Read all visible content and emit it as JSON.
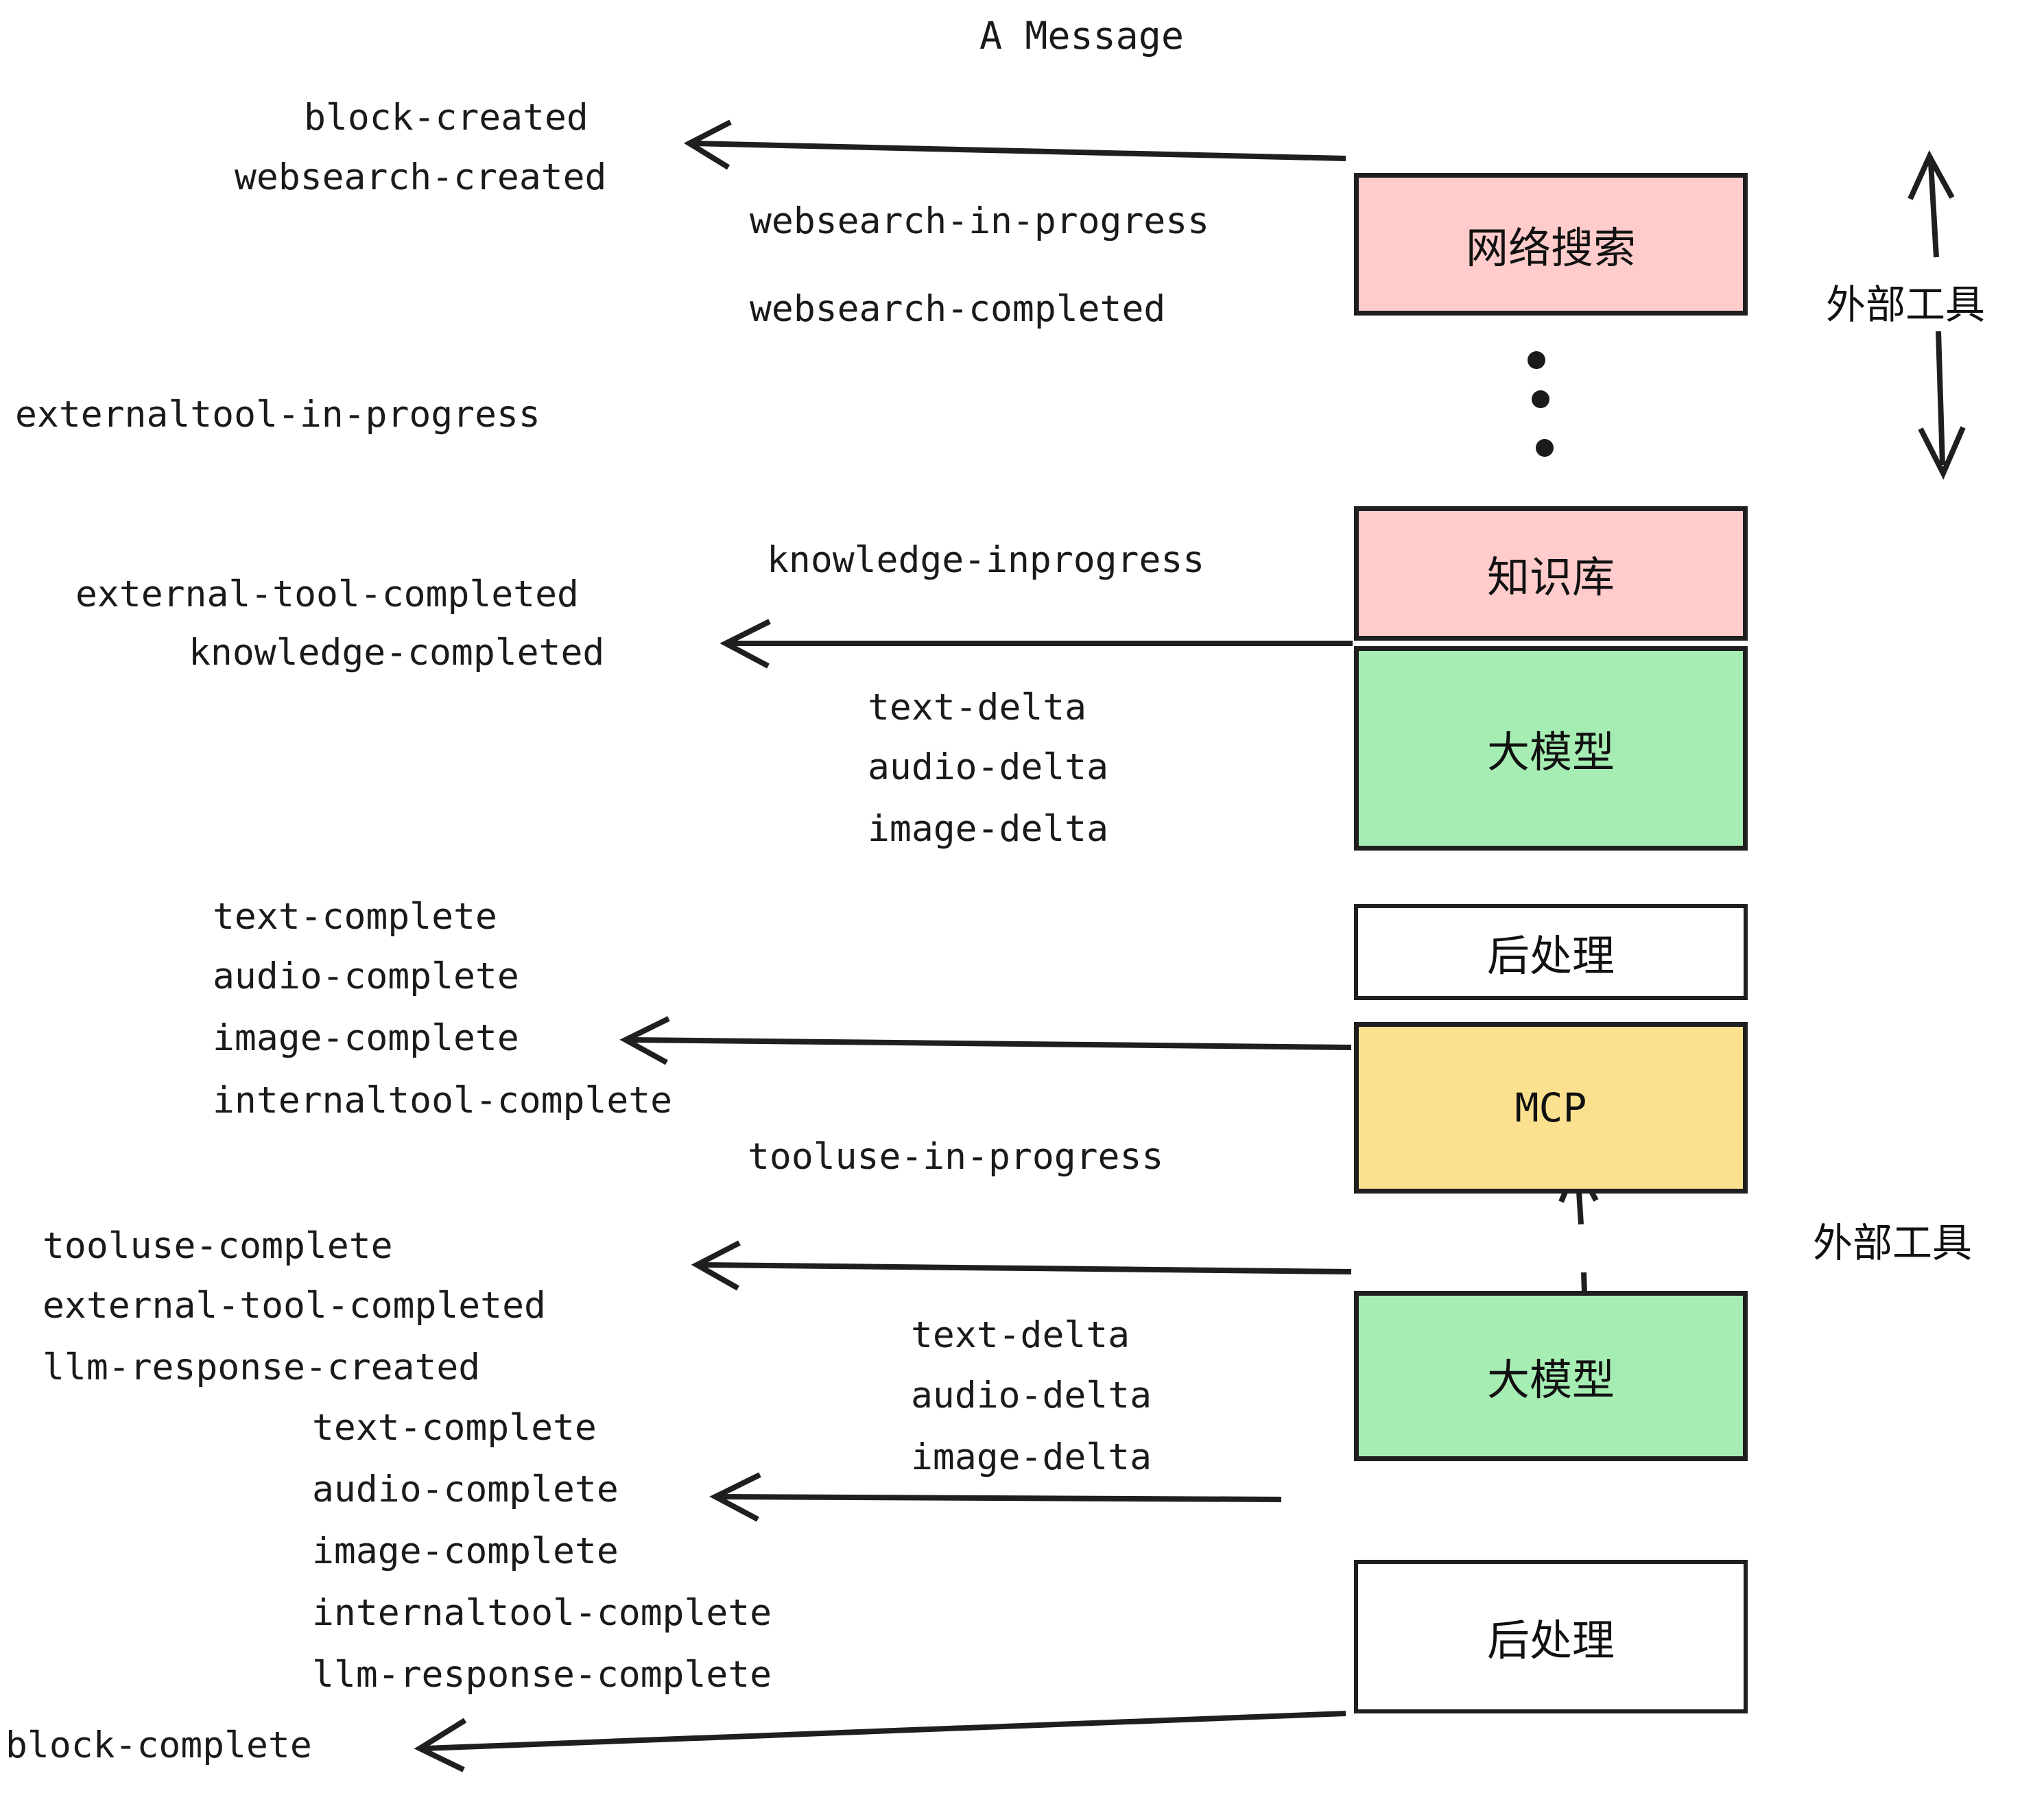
{
  "title": "A Message",
  "diagram": {
    "type": "sequence-flow",
    "description": "Event stream lifecycle of a message across external tools, LLM and post-processing stages",
    "colors": {
      "external_tool_fill": "#FFCCCB",
      "llm_fill": "#A6EDB3",
      "mcp_fill": "#FBE18F",
      "postprocess_fill": "#FFFFFF",
      "stroke": "#1F1F1F",
      "text": "#1A1A1A",
      "background": "#FFFFFF"
    }
  },
  "boxes": [
    {
      "id": "websearch",
      "label": "网络搜索",
      "fill": "#FFCCCB"
    },
    {
      "id": "knowledge",
      "label": "知识库",
      "fill": "#FFCCCB"
    },
    {
      "id": "llm-1",
      "label": "大模型",
      "fill": "#A6EDB3"
    },
    {
      "id": "postprocess-1",
      "label": "后处理",
      "fill": "#FFFFFF"
    },
    {
      "id": "mcp",
      "label": "MCP",
      "fill": "#FBE18F"
    },
    {
      "id": "llm-2",
      "label": "大模型",
      "fill": "#A6EDB3"
    },
    {
      "id": "postprocess-2",
      "label": "后处理",
      "fill": "#FFFFFF"
    }
  ],
  "side_labels": [
    {
      "id": "external-tool-top",
      "text": "外部工具"
    },
    {
      "id": "external-tool-bottom",
      "text": "外部工具"
    }
  ],
  "events": {
    "block_created": "block-created",
    "websearch_created": "websearch-created",
    "websearch_in_progress": "websearch-in-progress",
    "websearch_completed": "websearch-completed",
    "externaltool_in_progress": "externaltool-in-progress",
    "knowledge_inprogress": "knowledge-inprogress",
    "external_tool_completed_1": "external-tool-completed",
    "knowledge_completed": "knowledge-completed",
    "text_delta_1": "text-delta",
    "audio_delta_1": "audio-delta",
    "image_delta_1": "image-delta",
    "text_complete_1": "text-complete",
    "audio_complete_1": "audio-complete",
    "image_complete_1": "image-complete",
    "internaltool_complete_1": "internaltool-complete",
    "tooluse_in_progress": "tooluse-in-progress",
    "tooluse_complete": "tooluse-complete",
    "external_tool_completed_2": "external-tool-completed",
    "llm_response_created": "llm-response-created",
    "text_delta_2": "text-delta",
    "audio_delta_2": "audio-delta",
    "image_delta_2": "image-delta",
    "text_complete_2": "text-complete",
    "audio_complete_2": "audio-complete",
    "image_complete_2": "image-complete",
    "internaltool_complete_2": "internaltool-complete",
    "llm_response_complete": "llm-response-complete",
    "block_complete": "block-complete"
  }
}
